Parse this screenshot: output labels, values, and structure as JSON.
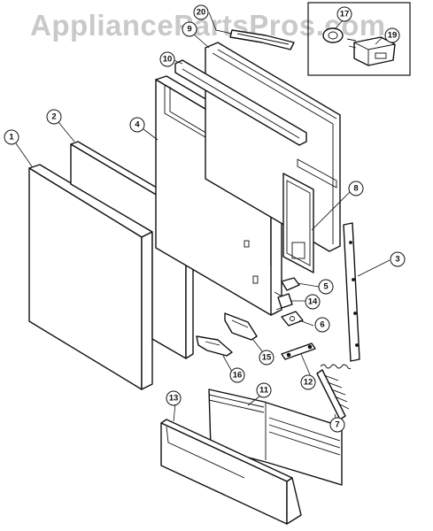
{
  "watermark": "AppliancePartsPros.com",
  "callouts": {
    "c1": "1",
    "c2": "2",
    "c3": "3",
    "c4": "4",
    "c5": "5",
    "c6": "6",
    "c7": "7",
    "c8": "8",
    "c9": "9",
    "c10": "10",
    "c11": "11",
    "c12": "12",
    "c13": "13",
    "c14": "14",
    "c15": "15",
    "c16": "16",
    "c17": "17",
    "c19": "19",
    "c20": "20"
  },
  "colors": {
    "ink": "#111111",
    "watermark": "#c9c9c9",
    "background": "#ffffff"
  }
}
